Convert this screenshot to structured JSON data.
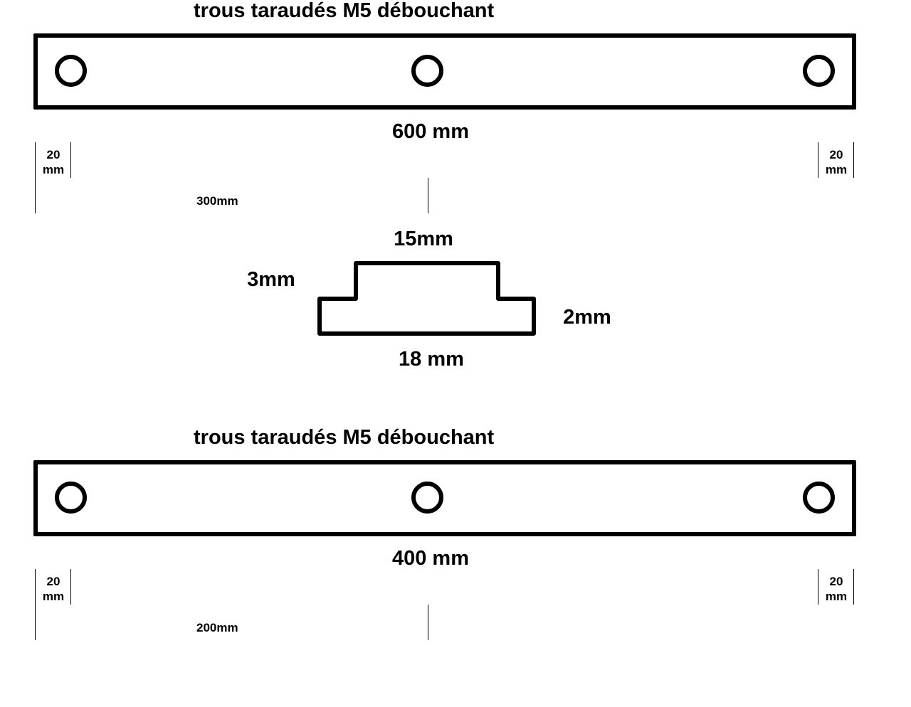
{
  "top_part": {
    "title": "trous taraudés M5 débouchant",
    "length": "600 mm",
    "edge_left": "20 mm",
    "edge_right": "20 mm",
    "center_offset": "300mm"
  },
  "profile": {
    "top_width": "15mm",
    "step_height": "3mm",
    "base_height": "2mm",
    "bottom_width": "18 mm"
  },
  "bottom_part": {
    "title": "trous taraudés M5 débouchant",
    "length": "400 mm",
    "edge_left": "20 mm",
    "edge_right": "20 mm",
    "center_offset": "200mm"
  },
  "colors": {
    "ink": "#000000",
    "background": "#ffffff"
  }
}
